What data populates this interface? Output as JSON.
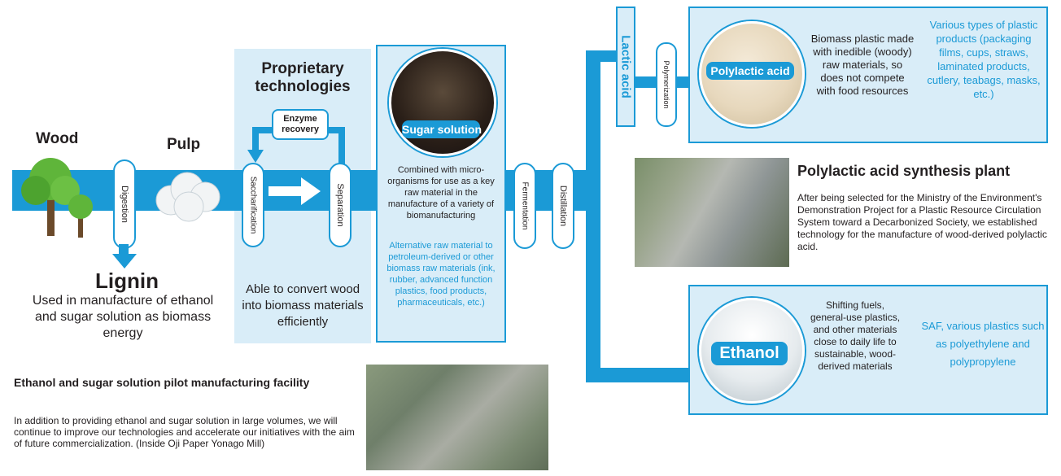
{
  "wood": {
    "title": "Wood"
  },
  "pulp": {
    "title": "Pulp"
  },
  "lignin": {
    "title": "Lignin",
    "desc": "Used in manufacture of ethanol and sugar solution as biomass energy"
  },
  "process": {
    "digestion": "Digestion",
    "saccharification": "Saccharification",
    "separation": "Separation",
    "fermentation": "Fermentation",
    "distillation": "Distillation",
    "polymerization": "Polymerization",
    "lactic_acid": "Lactic acid",
    "enzyme_recovery": "Enzyme recovery"
  },
  "proprietary": {
    "title": "Proprietary technologies",
    "desc": "Able to convert wood into biomass materials efficiently"
  },
  "sugar": {
    "label": "Sugar solution",
    "desc": "Combined with micro-organisms for use as a key raw material in the manufacture of a variety of biomanufacturing",
    "alt": "Alternative raw material to petroleum-derived or other biomass raw materials (ink, rubber, advanced function plastics, food products, pharmaceuticals, etc.)"
  },
  "pla": {
    "label": "Polylactic acid",
    "desc": "Biomass plastic made with inedible (woody) raw materials, so does not compete with food resources",
    "products": "Various types of plastic products (packaging films, cups, straws, laminated products, cutlery, teabags, masks, etc.)"
  },
  "plant": {
    "title": "Polylactic acid synthesis plant",
    "desc": "After being selected for the Ministry of the Environment's Demonstration Project for a Plastic Resource Circulation System toward a Decarbonized Society, we established technology for the manufacture of wood-derived polylactic acid."
  },
  "ethanol": {
    "label": "Ethanol",
    "desc": "Shifting fuels, general-use plastics, and other materials close to daily life to sustainable, wood-derived materials",
    "products": "SAF, various plastics such as polyethylene and polypropylene"
  },
  "facility": {
    "title": "Ethanol and sugar solution pilot manufacturing facility",
    "desc": "In addition to providing ethanol and sugar solution in large volumes, we will continue to improve our technologies and accelerate our initiatives with the aim of future commercialization. (Inside Oji Paper Yonago Mill)"
  },
  "colors": {
    "flow": "#1b9ad6",
    "panel": "#d9edf8",
    "text": "#231f20"
  }
}
